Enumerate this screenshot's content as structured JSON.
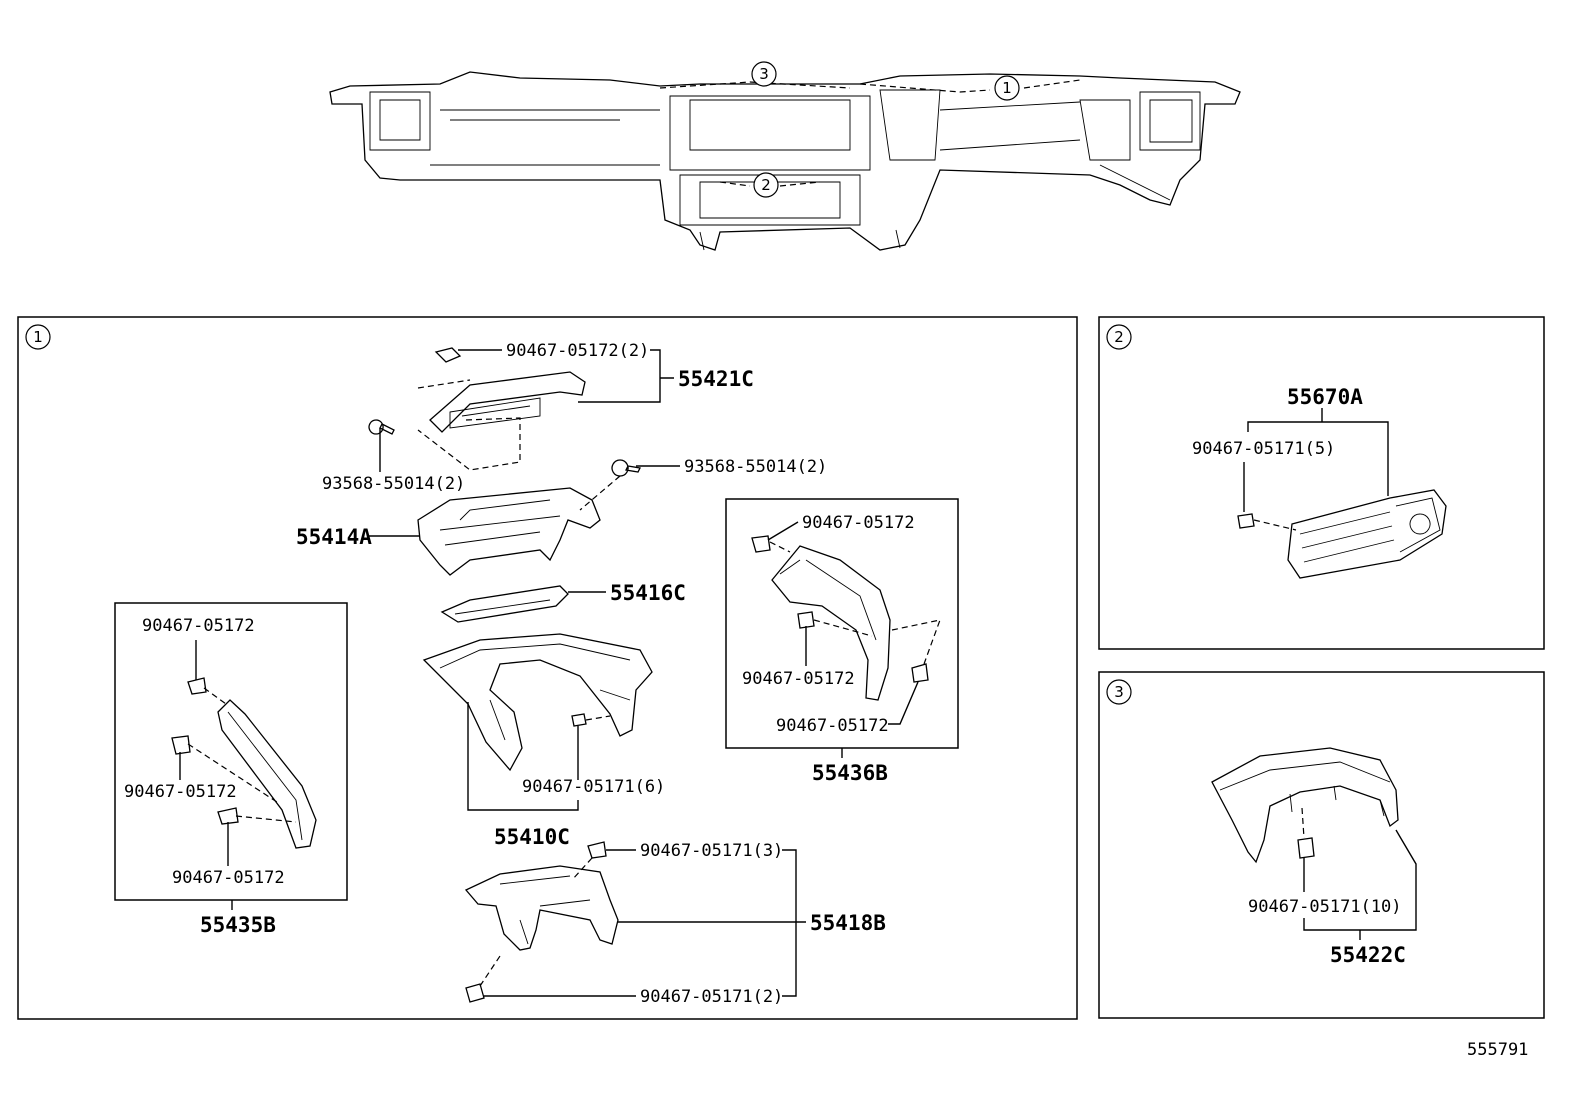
{
  "overview": {
    "callouts": [
      "1",
      "2",
      "3"
    ]
  },
  "section1": {
    "callout": "1",
    "labels": {
      "p55421c_clip": "90467-05172(2)",
      "p55421c": "55421C",
      "screw_left": "93568-55014(2)",
      "screw_right": "93568-55014(2)",
      "p55414a": "55414A",
      "p55416c": "55416C",
      "p55435b_clip_top": "90467-05172",
      "p55435b_clip_mid": "90467-05172",
      "p55435b_clip_bot": "90467-05172",
      "p55435b": "55435B",
      "p55410c_clip": "90467-05171(6)",
      "p55410c": "55410C",
      "p55436b_clip_top": "90467-05172",
      "p55436b_clip_mid": "90467-05172",
      "p55436b_clip_bot": "90467-05172",
      "p55436b": "55436B",
      "p55418b_clip_top": "90467-05171(3)",
      "p55418b": "55418B",
      "p55418b_clip_bot": "90467-05171(2)"
    }
  },
  "section2": {
    "callout": "2",
    "labels": {
      "p55670a": "55670A",
      "clip": "90467-05171(5)"
    }
  },
  "section3": {
    "callout": "3",
    "labels": {
      "clip": "90467-05171(10)",
      "p55422c": "55422C"
    }
  },
  "footer": {
    "illustration_number": "555791"
  }
}
